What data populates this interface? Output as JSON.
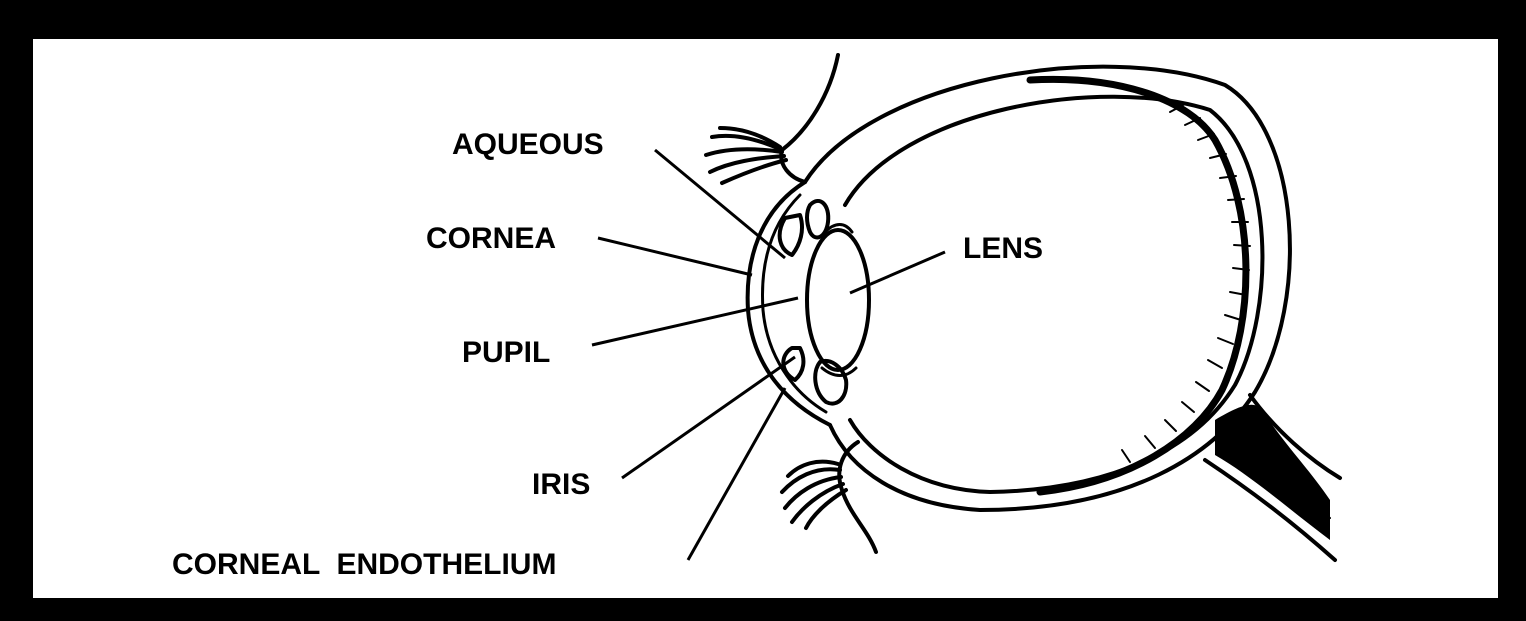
{
  "diagram": {
    "labels": {
      "aqueous": "AQUEOUS",
      "cornea": "CORNEA",
      "pupil": "PUPIL",
      "iris": "IRIS",
      "corneal_endothelium": "CORNEAL  ENDOTHELIUM",
      "lens": "LENS"
    }
  },
  "colors": {
    "frame": "#000000",
    "background": "#ffffff",
    "ink": "#000000"
  }
}
